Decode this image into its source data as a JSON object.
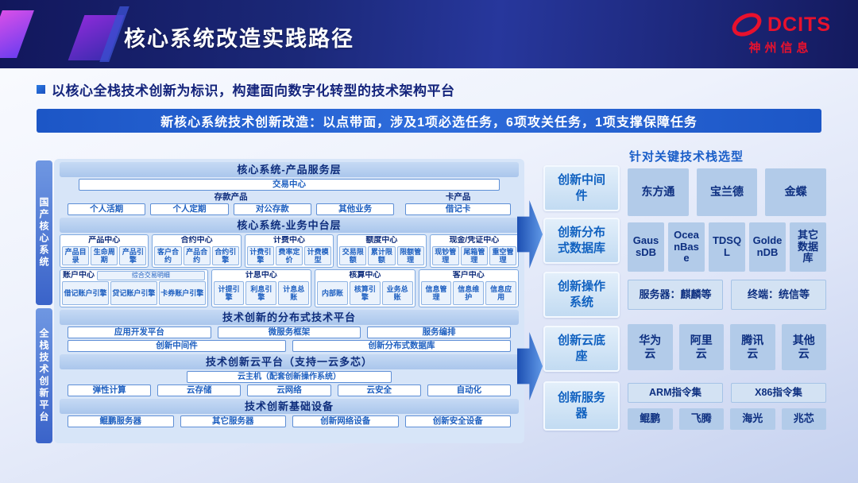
{
  "colors": {
    "brand_red": "#e8112d",
    "banner_blue": "#2e6cdb",
    "accent_blue": "#1d5fc0",
    "header_navy": "#1b2878"
  },
  "header": {
    "title": "核心系统改造实践路径",
    "logo_brand": "DCITS",
    "logo_company": "神州信息"
  },
  "intro": {
    "text": "以核心全栈技术创新为标识，构建面向数字化转型的技术架构平台"
  },
  "banner": {
    "text": "新核心系统技术创新改造：以点带面，涉及1项必选任务，6项攻关任务，1项支撑保障任务"
  },
  "sidebar": {
    "top_label": "国产核心系统",
    "bottom_label": "全栈技术创新平台"
  },
  "product_layer": {
    "title": "核心系统-产品服务层",
    "trade_center": "交易中心",
    "deposit_label": "存款产品",
    "deposit_items": [
      "个人活期",
      "个人定期",
      "对公存款",
      "其他业务"
    ],
    "card_label": "卡产品",
    "card_items": [
      "借记卡"
    ]
  },
  "middle_layer": {
    "title": "核心系统-业务中台层",
    "row1": [
      {
        "label": "产品中心",
        "items": [
          "产品目录",
          "生命周期",
          "产品引擎"
        ]
      },
      {
        "label": "合约中心",
        "items": [
          "客户合约",
          "产品合约",
          "合约引擎"
        ]
      },
      {
        "label": "计费中心",
        "items": [
          "计费引擎",
          "费率定价",
          "计费模型"
        ]
      },
      {
        "label": "额度中心",
        "items": [
          "交易限额",
          "累计限额",
          "限额管理"
        ]
      },
      {
        "label": "现金/凭证中心",
        "items": [
          "现钞管理",
          "尾箱管理",
          "重空管理"
        ]
      }
    ],
    "row2": [
      {
        "label": "账户中心",
        "strip": "综合交易明细",
        "items": [
          "借记账户引擎",
          "贷记账户引擎",
          "卡券账户引擎"
        ]
      },
      {
        "label": "计息中心",
        "items": [
          "计提引擎",
          "利息引擎",
          "计息总账"
        ]
      },
      {
        "label": "核算中心",
        "items": [
          "内部账",
          "核算引擎",
          "业务总账"
        ]
      },
      {
        "label": "客户中心",
        "items": [
          "信息管理",
          "信息维护",
          "信息应用"
        ]
      }
    ]
  },
  "distributed_platform": {
    "title": "技术创新的分布式技术平台",
    "row1": [
      "应用开发平台",
      "微服务框架",
      "服务编排"
    ],
    "row2": [
      "创新中间件",
      "创新分布式数据库"
    ]
  },
  "cloud_platform": {
    "title": "技术创新云平台（支持一云多芯）",
    "host": "云主机（配套创新操作系统）",
    "items": [
      "弹性计算",
      "云存储",
      "云网络",
      "云安全",
      "自动化"
    ]
  },
  "infra_layer": {
    "title": "技术创新基础设备",
    "items": [
      "鲲鹏服务器",
      "其它服务器",
      "创新网络设备",
      "创新安全设备"
    ]
  },
  "innovation_column": [
    "创新中间件",
    "创新分布式数据库",
    "创新操作系统",
    "创新云底座",
    "创新服务器"
  ],
  "tech_stack": {
    "title": "针对关键技术栈选型",
    "middleware": [
      "东方通",
      "宝兰德",
      "金蝶"
    ],
    "databases": [
      "GaussDB",
      "OceanBase",
      "TDSQL",
      "GoldenDB",
      "其它数据库"
    ],
    "operating_systems": [
      "服务器：麒麟等",
      "终端：统信等"
    ],
    "clouds": [
      "华为云",
      "阿里云",
      "腾讯云",
      "其他云"
    ],
    "instruction_sets": [
      "ARM指令集",
      "X86指令集"
    ],
    "chips": [
      "鲲鹏",
      "飞腾",
      "海光",
      "兆芯"
    ]
  }
}
